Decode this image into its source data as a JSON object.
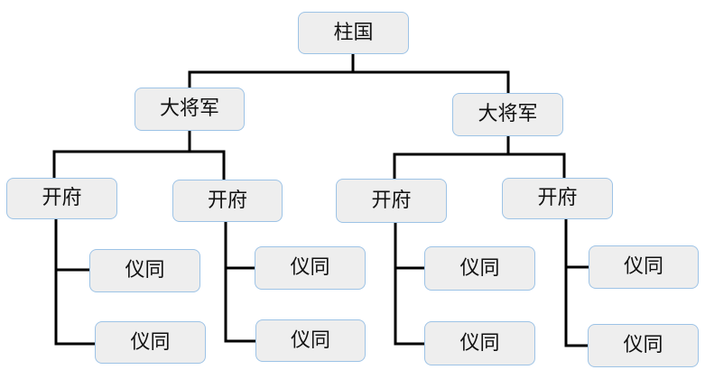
{
  "colors": {
    "node_fill": "#eeeeee",
    "node_border": "#9dc3e6",
    "connector": "#000000",
    "text": "#111111"
  },
  "root": {
    "label": "柱国",
    "children": [
      {
        "label": "大将军",
        "children": [
          {
            "label": "开府",
            "children": [
              {
                "label": "仪同"
              },
              {
                "label": "仪同"
              }
            ]
          },
          {
            "label": "开府",
            "children": [
              {
                "label": "仪同"
              },
              {
                "label": "仪同"
              }
            ]
          }
        ]
      },
      {
        "label": "大将军",
        "children": [
          {
            "label": "开府",
            "children": [
              {
                "label": "仪同"
              },
              {
                "label": "仪同"
              }
            ]
          },
          {
            "label": "开府",
            "children": [
              {
                "label": "仪同"
              },
              {
                "label": "仪同"
              }
            ]
          }
        ]
      }
    ]
  }
}
